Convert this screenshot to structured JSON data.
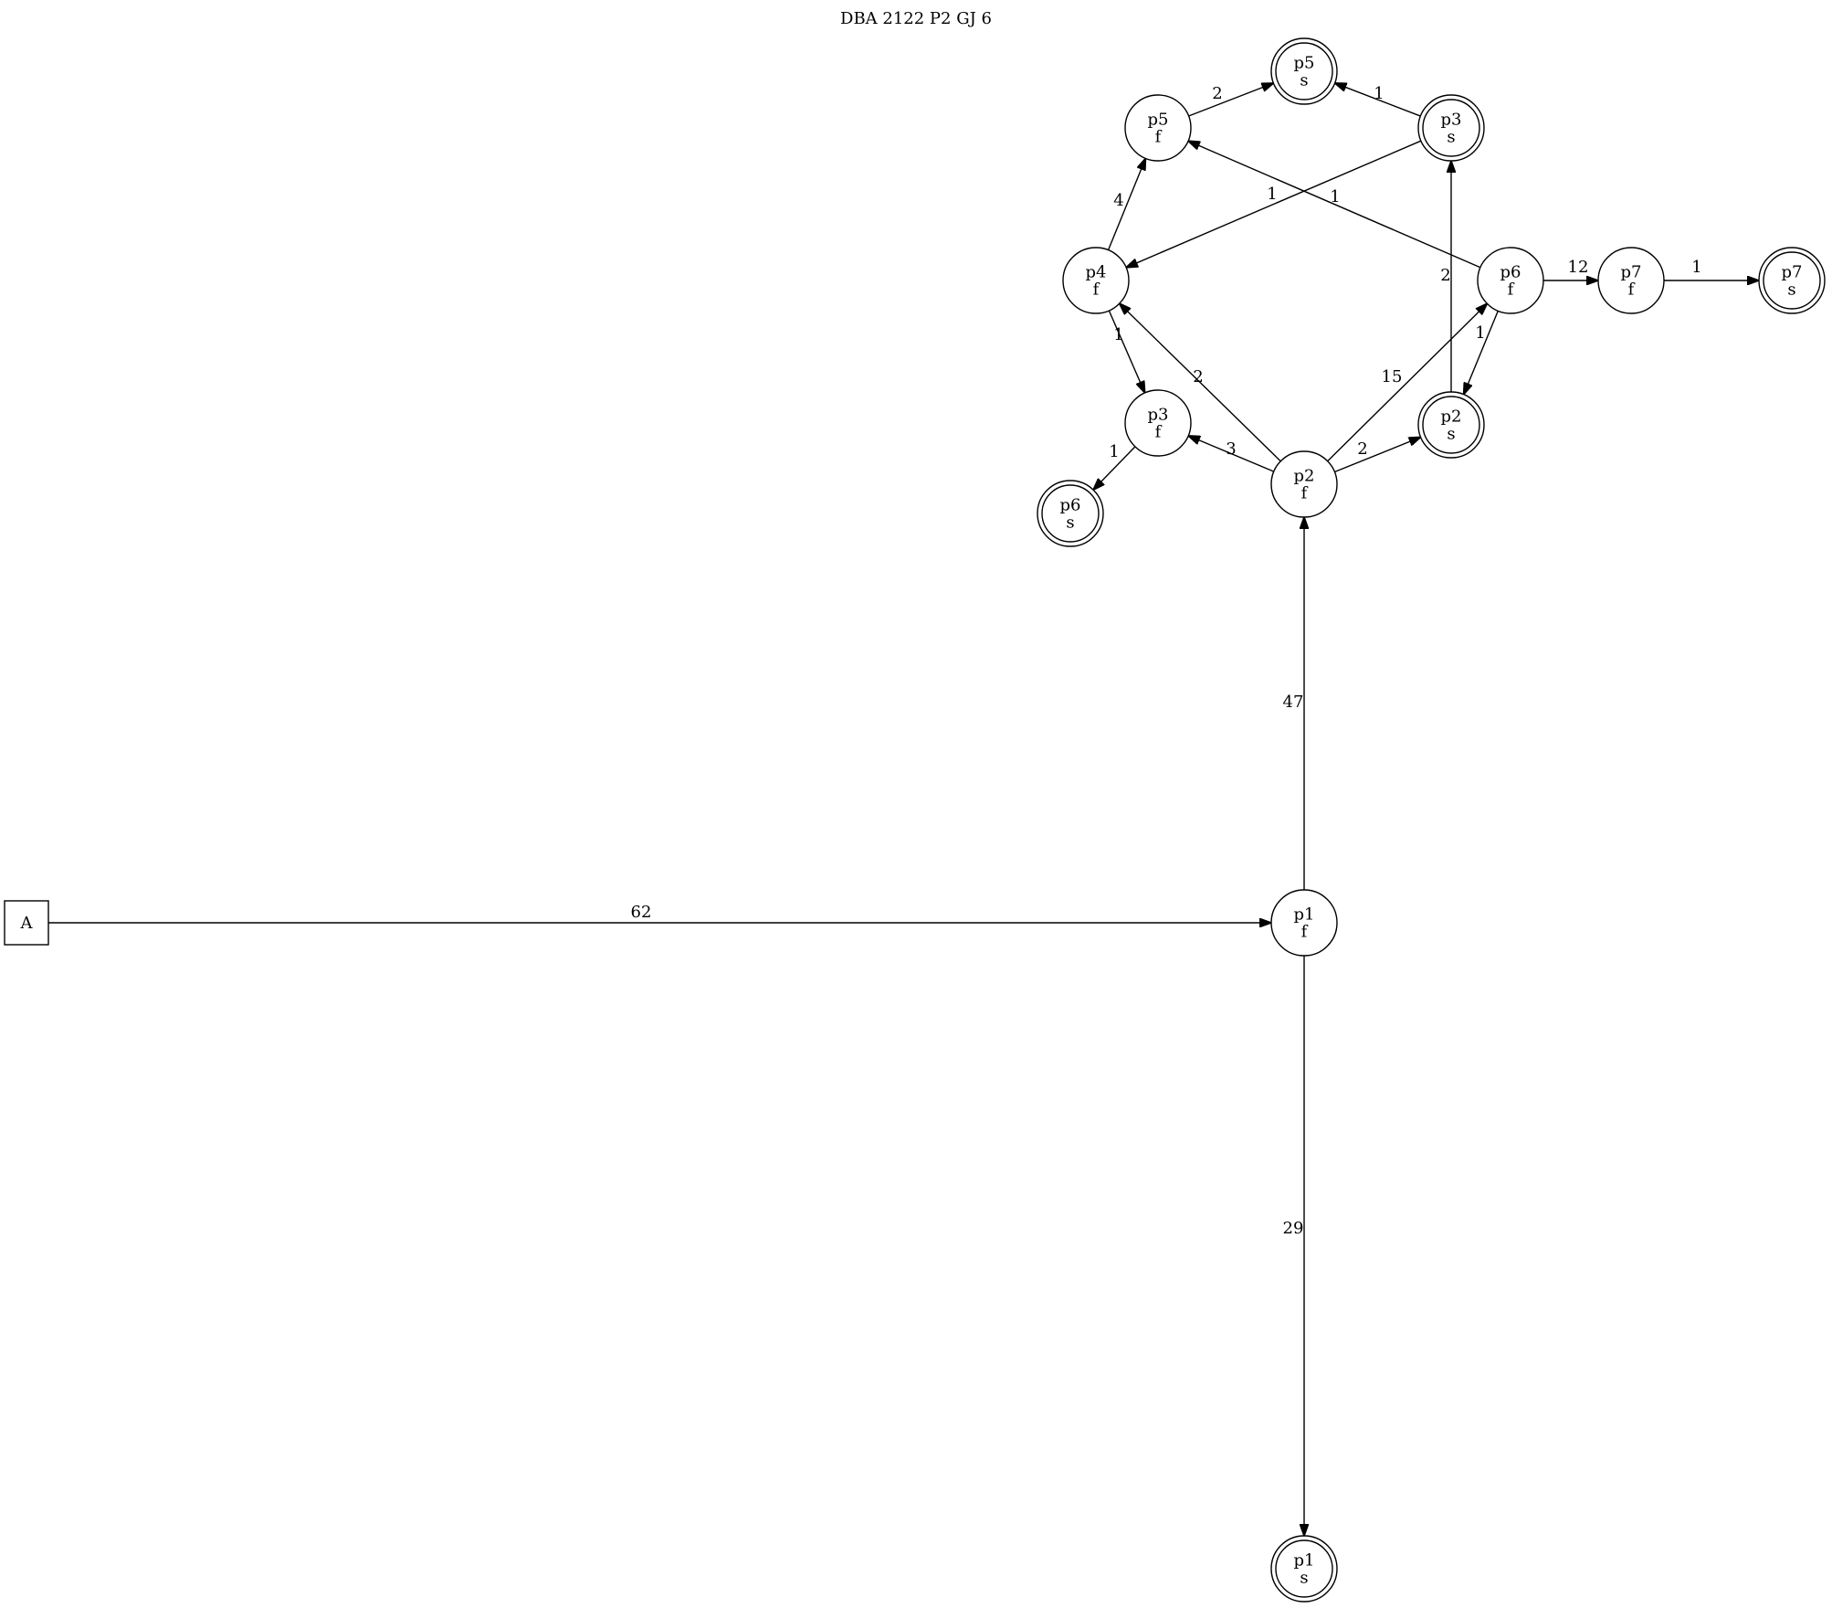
{
  "title": "DBA 2122 P2 GJ 6",
  "nodes": [
    {
      "id": "A",
      "lines": [
        "A"
      ],
      "shape": "box"
    },
    {
      "id": "p1f",
      "lines": [
        "p1",
        "f"
      ],
      "shape": "circle"
    },
    {
      "id": "p1s",
      "lines": [
        "p1",
        "s"
      ],
      "shape": "doublecircle"
    },
    {
      "id": "p2f",
      "lines": [
        "p2",
        "f"
      ],
      "shape": "circle"
    },
    {
      "id": "p2s",
      "lines": [
        "p2",
        "s"
      ],
      "shape": "doublecircle"
    },
    {
      "id": "p3f",
      "lines": [
        "p3",
        "f"
      ],
      "shape": "circle"
    },
    {
      "id": "p3s",
      "lines": [
        "p3",
        "s"
      ],
      "shape": "doublecircle"
    },
    {
      "id": "p4f",
      "lines": [
        "p4",
        "f"
      ],
      "shape": "circle"
    },
    {
      "id": "p5f",
      "lines": [
        "p5",
        "f"
      ],
      "shape": "circle"
    },
    {
      "id": "p5s",
      "lines": [
        "p5",
        "s"
      ],
      "shape": "doublecircle"
    },
    {
      "id": "p6f",
      "lines": [
        "p6",
        "f"
      ],
      "shape": "circle"
    },
    {
      "id": "p6s",
      "lines": [
        "p6",
        "s"
      ],
      "shape": "doublecircle"
    },
    {
      "id": "p7f",
      "lines": [
        "p7",
        "f"
      ],
      "shape": "circle"
    },
    {
      "id": "p7s",
      "lines": [
        "p7",
        "s"
      ],
      "shape": "doublecircle"
    }
  ],
  "edges": [
    {
      "from": "A",
      "to": "p1f",
      "label": "62"
    },
    {
      "from": "p1f",
      "to": "p2f",
      "label": "47"
    },
    {
      "from": "p1f",
      "to": "p1s",
      "label": "29"
    },
    {
      "from": "p2f",
      "to": "p6f",
      "label": "15"
    },
    {
      "from": "p2f",
      "to": "p3f",
      "label": "3"
    },
    {
      "from": "p2f",
      "to": "p4f",
      "label": "2"
    },
    {
      "from": "p2f",
      "to": "p2s",
      "label": "2"
    },
    {
      "from": "p6f",
      "to": "p7f",
      "label": "12"
    },
    {
      "from": "p6f",
      "to": "p5f",
      "label": "1"
    },
    {
      "from": "p6f",
      "to": "p2s",
      "label": "1"
    },
    {
      "from": "p7f",
      "to": "p7s",
      "label": "1"
    },
    {
      "from": "p2s",
      "to": "p3s",
      "label": "2"
    },
    {
      "from": "p3s",
      "to": "p5s",
      "label": "1"
    },
    {
      "from": "p3s",
      "to": "p4f",
      "label": "1"
    },
    {
      "from": "p4f",
      "to": "p5f",
      "label": "4"
    },
    {
      "from": "p4f",
      "to": "p3f",
      "label": "1"
    },
    {
      "from": "p5f",
      "to": "p5s",
      "label": "2"
    },
    {
      "from": "p3f",
      "to": "p6s",
      "label": "1"
    }
  ]
}
